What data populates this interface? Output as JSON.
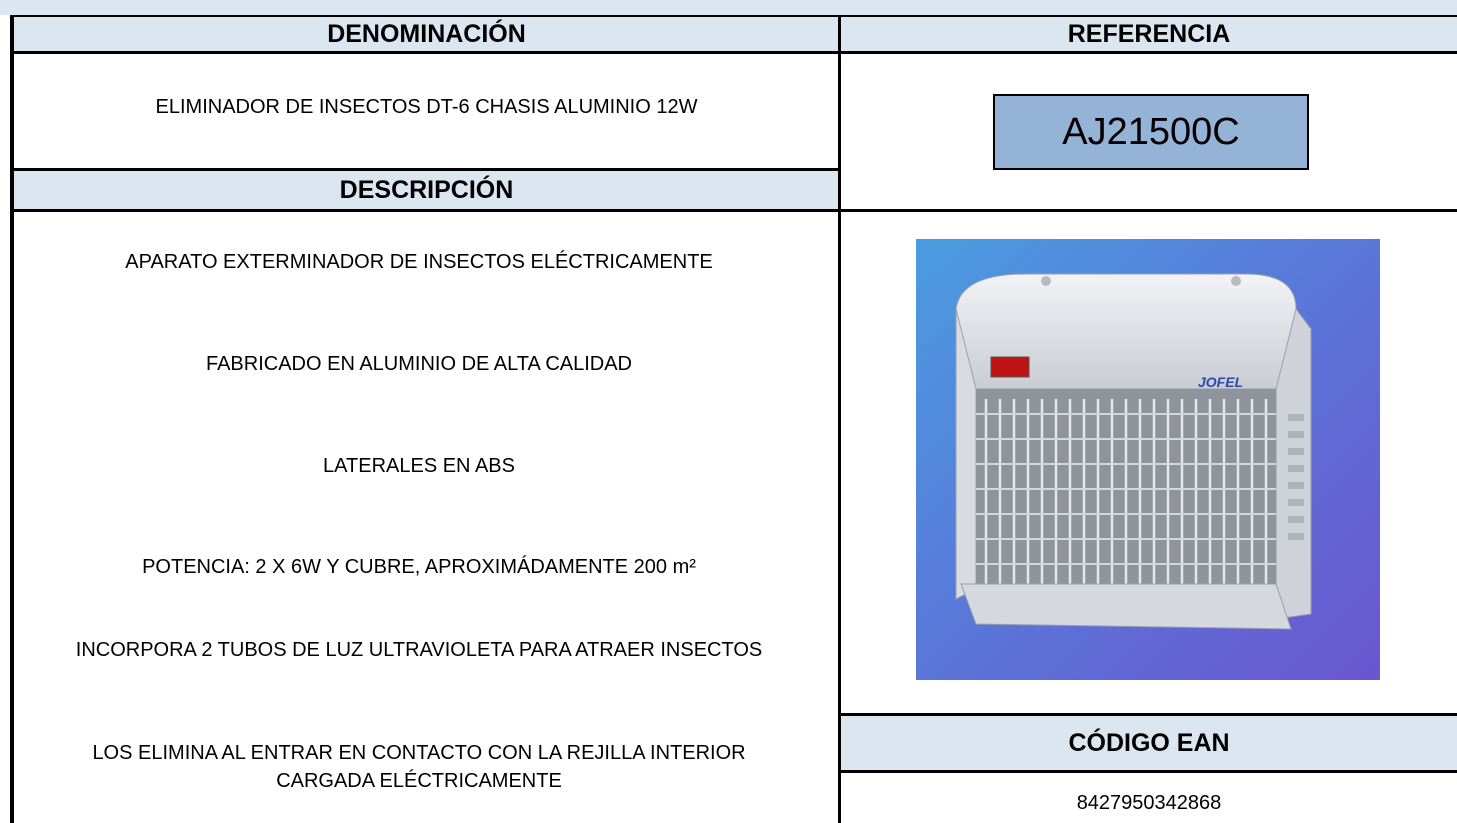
{
  "headers": {
    "denominacion": "DENOMINACIÓN",
    "referencia": "REFERENCIA",
    "descripcion": "DESCRIPCIÓN",
    "codigo_ean": "CÓDIGO EAN"
  },
  "product": {
    "name": "ELIMINADOR DE INSECTOS DT-6 CHASIS ALUMINIO 12W",
    "reference": "AJ21500C",
    "ean": "8427950342868",
    "brand_logo_text": "JOFEL"
  },
  "description": [
    "APARATO EXTERMINADOR DE INSECTOS ELÉCTRICAMENTE",
    "FABRICADO EN ALUMINIO DE ALTA CALIDAD",
    "LATERALES EN ABS",
    "POTENCIA: 2 X 6W Y CUBRE, APROXIMÁDAMENTE 200 m²",
    "INCORPORA 2 TUBOS DE LUZ ULTRAVIOLETA PARA ATRAER INSECTOS",
    "LOS ELIMINA AL ENTRAR EN CONTACTO CON LA REJILLA INTERIOR CARGADA ELÉCTRICAMENTE"
  ],
  "colors": {
    "header_bg": "#dce6f1",
    "reference_box": "#95b3d7",
    "photo_bg": "#5b6fd6"
  }
}
